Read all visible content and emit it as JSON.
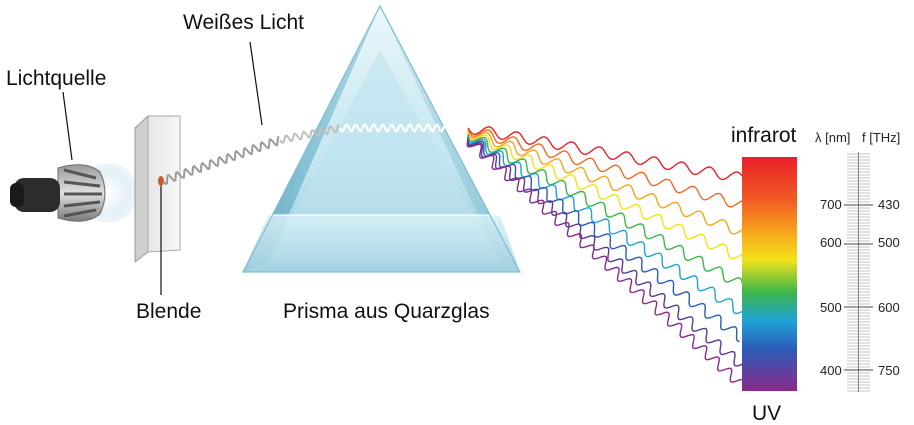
{
  "labels": {
    "light_source": "Lichtquelle",
    "white_light": "Weißes Licht",
    "aperture": "Blende",
    "prism": "Prisma aus Quarzglas",
    "infrared": "infrarot",
    "uv": "UV"
  },
  "scale": {
    "wavelength_header": "λ [nm]",
    "frequency_header": "f [THz]",
    "wavelength_ticks": [
      "700",
      "600",
      "500",
      "400"
    ],
    "frequency_ticks": [
      "430",
      "500",
      "600",
      "750"
    ]
  },
  "colors": {
    "spectrum": [
      "#e8202a",
      "#f26a21",
      "#f7a51c",
      "#f2e21a",
      "#3bb54a",
      "#1fa3d8",
      "#2b5cb8",
      "#5b3a96",
      "#8b2a8a"
    ],
    "prism_light": "#d6eef6",
    "prism_dark": "#6fb1c8"
  },
  "icons": {
    "bulb": "light-bulb-icon"
  }
}
